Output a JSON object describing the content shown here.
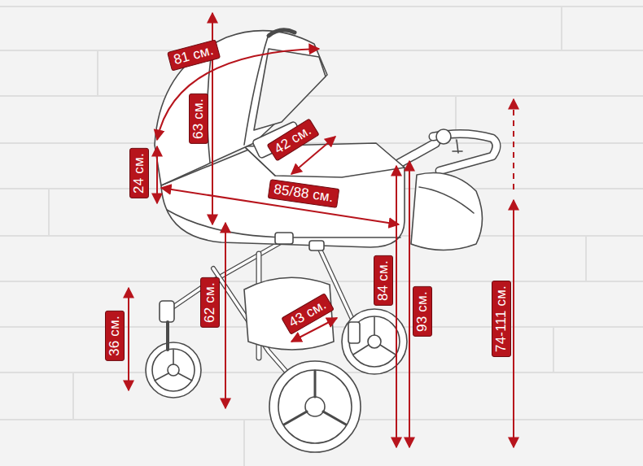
{
  "diagram": {
    "labels": [
      "81 см.",
      "63 см.",
      "24 см.",
      "42 см.",
      "85/88 см.",
      "84 см.",
      "93 см.",
      "74-111 см.",
      "36 см.",
      "62 см.",
      "43 см."
    ]
  }
}
